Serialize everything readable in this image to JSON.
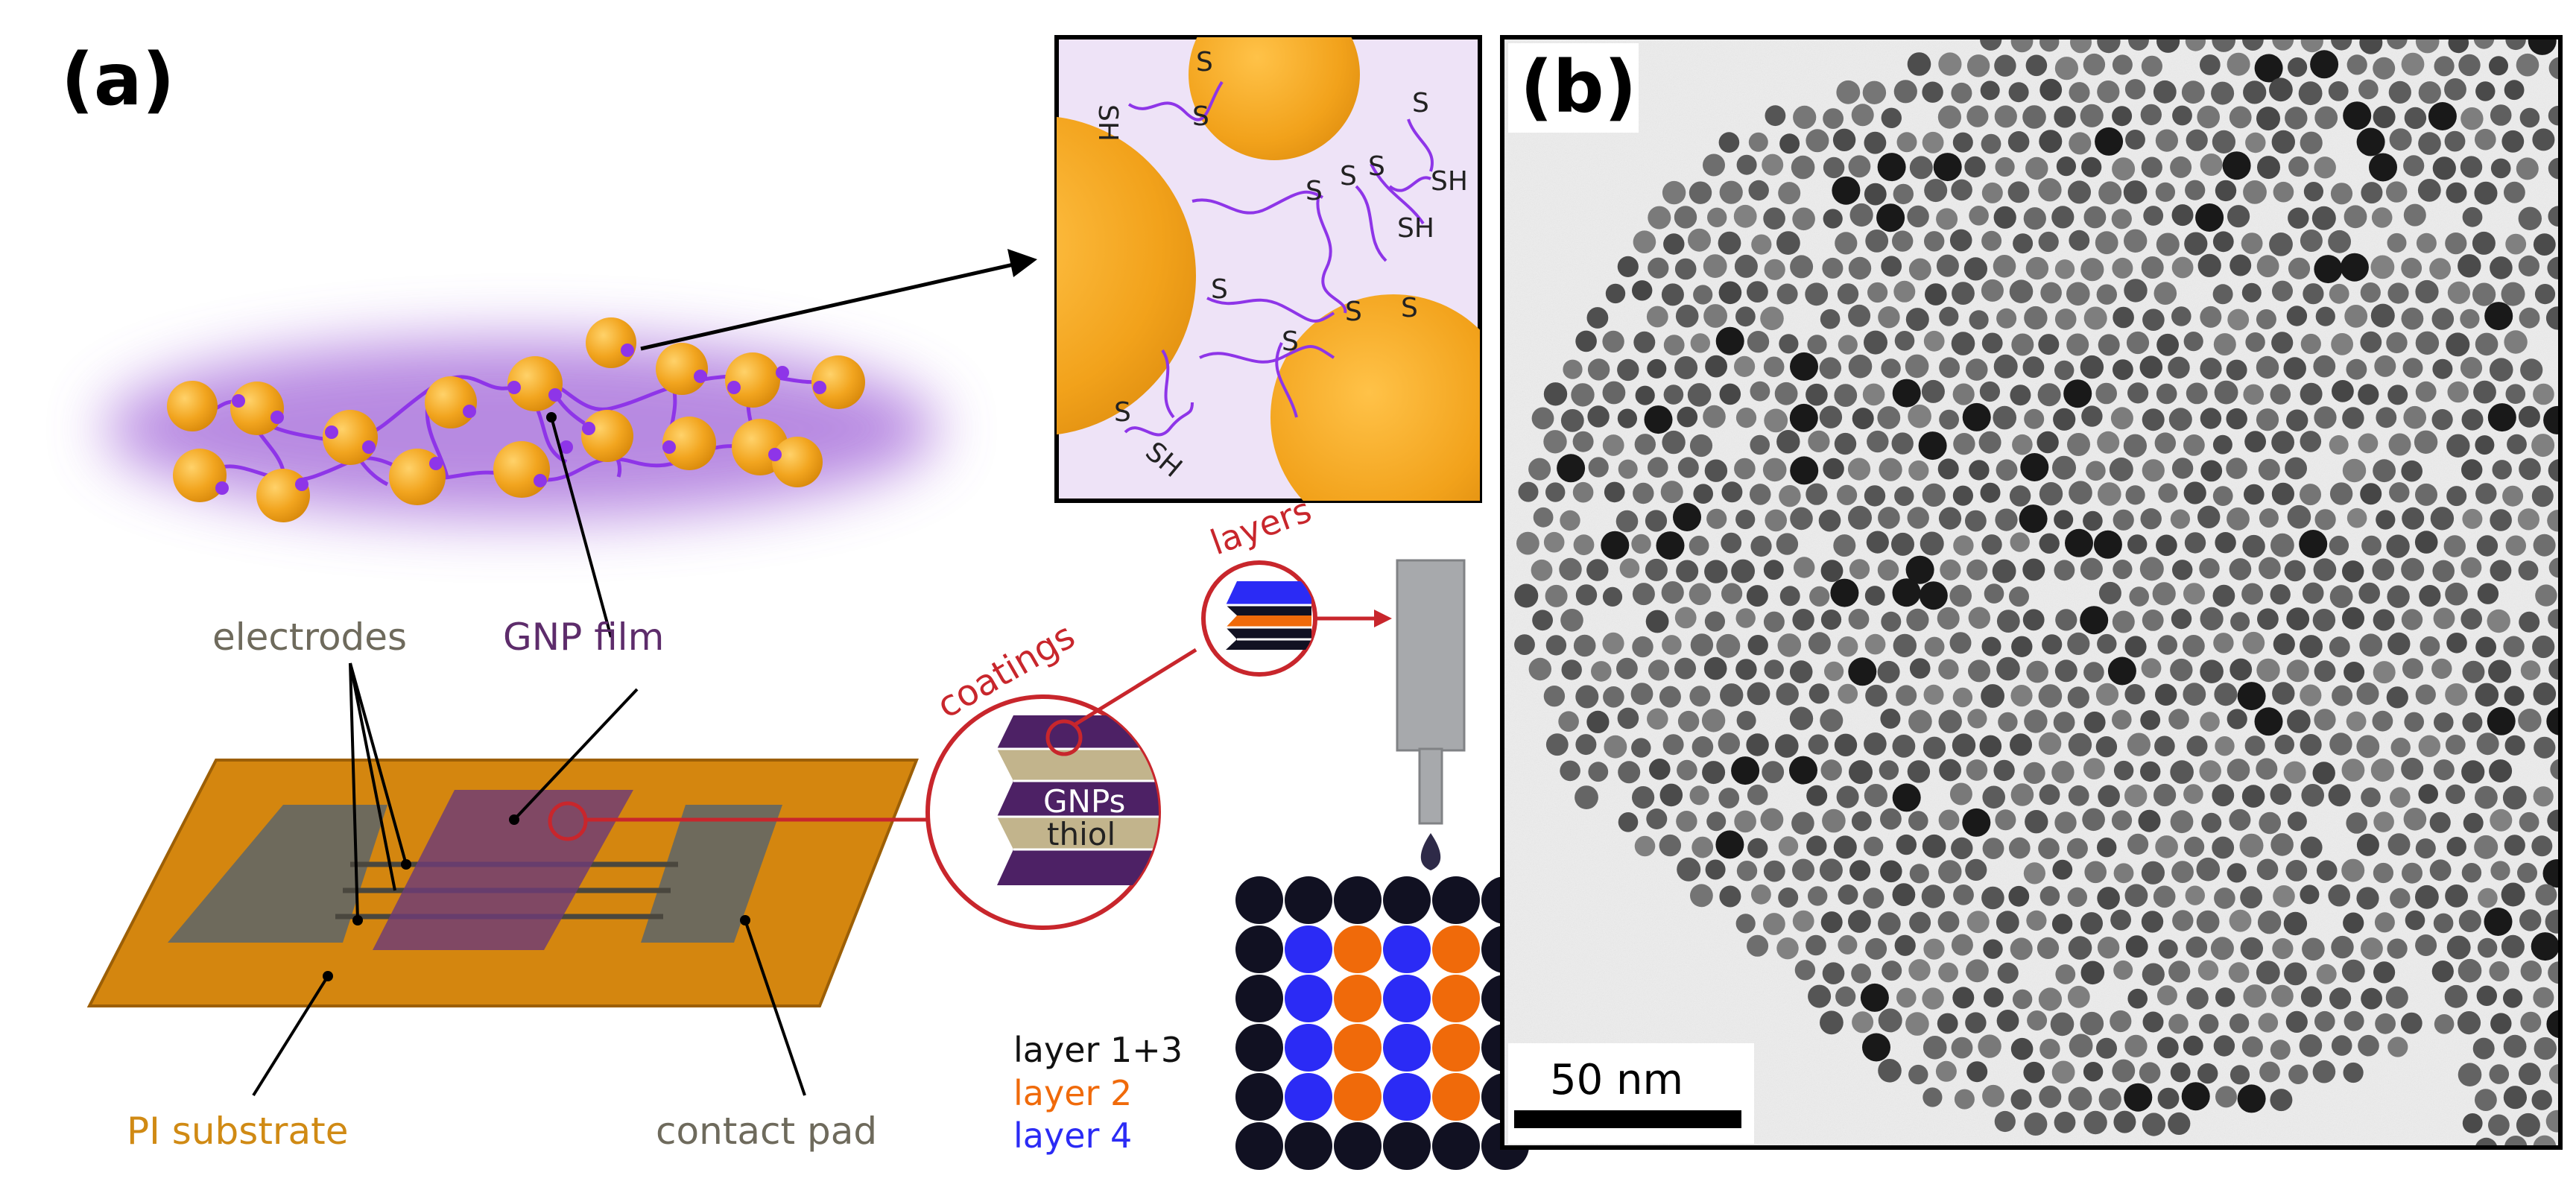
{
  "panel_a": {
    "label": "(a)",
    "inset_labels": {
      "sh_1": "SH",
      "sh_2": "SH",
      "sh_3": "SH",
      "sh_4": "SH",
      "s": "S"
    },
    "labels": {
      "electrodes": "electrodes",
      "gnp_film": "GNP film",
      "pi_substrate": "PI substrate",
      "contact_pad": "contact pad",
      "coatings": "coatings",
      "layers": "layers",
      "gnps": "GNPs",
      "thiol": "thiol",
      "layer_1_3": "layer 1+3",
      "layer_2": "layer 2",
      "layer_4": "layer 4"
    }
  },
  "panel_b": {
    "label": "(b)",
    "scale_bar": "50 nm"
  },
  "colors": {
    "gold": "#F2A51F",
    "gold_dark": "#D98A0C",
    "substrate": "#D4860F",
    "electrode": "#6E6A5C",
    "film": "#6E3B78",
    "purple_link": "#8E35E8",
    "inset_bg": "#EEE3F7",
    "red_callout": "#C8262C",
    "stack_purple": "#4D2165",
    "stack_tan": "#C2B48C",
    "layer_blue": "#2B2BF5",
    "layer_orange": "#F06A0A",
    "layer_black": "#111122",
    "nozzle": "#A7A9AC",
    "label_grey": "#6E6A5C",
    "label_purple": "#5D2C6B",
    "label_orange": "#D08A14"
  }
}
